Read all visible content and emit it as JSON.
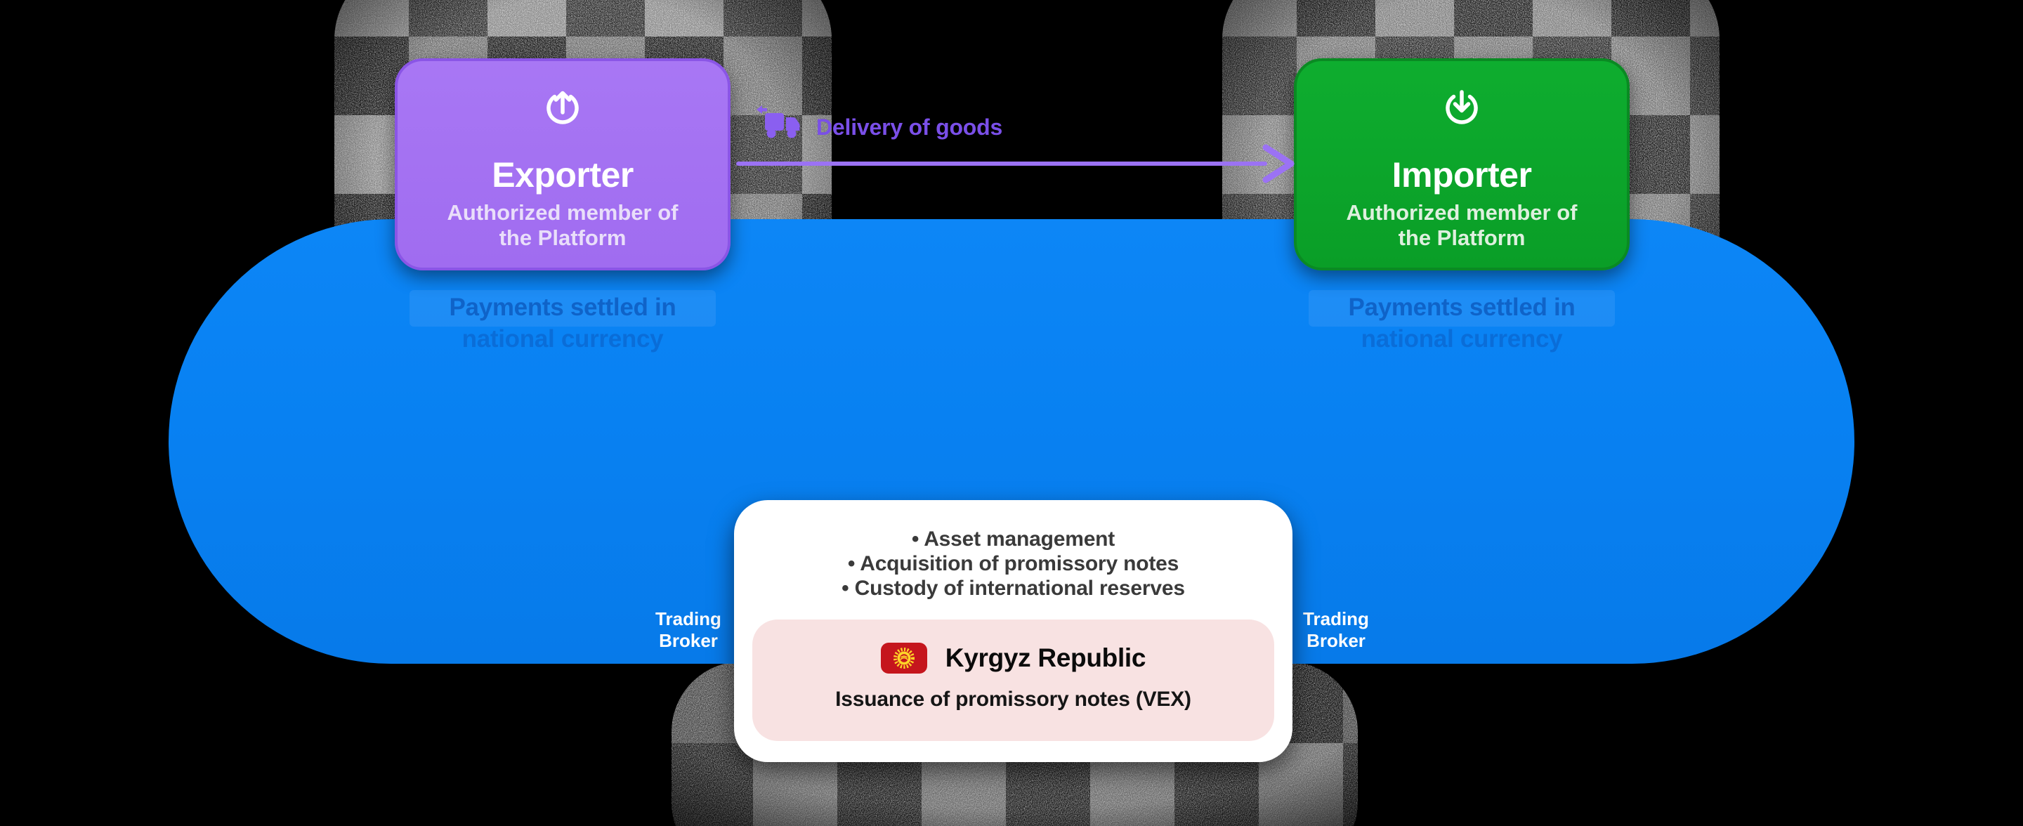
{
  "canvas": {
    "background": "#000000"
  },
  "colors": {
    "exporter_box": "#A06CF0",
    "exporter_border": "#8A55E6",
    "importer_box": "#0A9E27",
    "importer_border": "#0A8A23",
    "platform_blue": "#0881F2",
    "caption_blue": "#0A54B8",
    "arrow_purple": "#9B72F4",
    "delivery_label_purple": "#7A4FE8",
    "card_white": "#FFFFFF",
    "panel_pink": "#F8E2E2",
    "flag_red": "#C5161D",
    "flag_yellow": "#FFD428",
    "bullet_text": "#3A3A3A",
    "broker_text": "#FFFFFF"
  },
  "exporter": {
    "icon": "upload-icon",
    "title": "Exporter",
    "subtitle": "Authorized member of the Platform",
    "caption_line1": "Payments settled in",
    "caption_line2": "national currency"
  },
  "importer": {
    "icon": "download-icon",
    "title": "Importer",
    "subtitle": "Authorized member of the Platform",
    "caption_line1": "Payments settled in",
    "caption_line2": "national currency"
  },
  "delivery": {
    "icon": "truck-icon",
    "label": "Delivery of goods"
  },
  "platform_card": {
    "bullets": [
      "• Asset management",
      "• Acquisition of promissory notes",
      "• Custody of international reserves"
    ],
    "country": {
      "flag": "kyrgyzstan-flag-icon",
      "name": "Kyrgyz Republic",
      "note": "Issuance of promissory notes (VEX)"
    }
  },
  "brokers": {
    "left": {
      "line1": "Trading",
      "line2": "Broker"
    },
    "right": {
      "line1": "Trading",
      "line2": "Broker"
    }
  }
}
